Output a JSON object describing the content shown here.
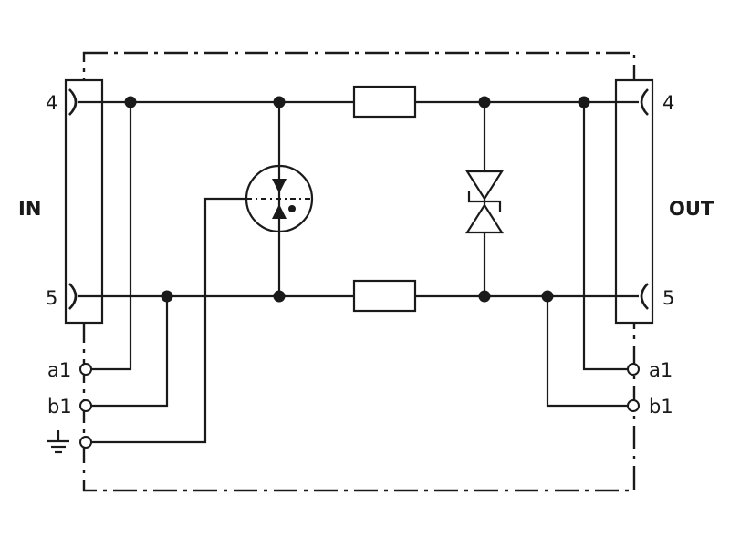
{
  "diagram": {
    "labels": {
      "in": "IN",
      "out": "OUT",
      "in_top_pin": "4",
      "in_bottom_pin": "5",
      "out_top_pin": "4",
      "out_bottom_pin": "5",
      "in_a1": "a1",
      "in_b1": "b1",
      "out_a1": "a1",
      "out_b1": "b1"
    },
    "icons": {
      "ground": "ground-icon",
      "gas_discharge_tube": "gas-discharge-tube-icon",
      "tvs_diode": "bidirectional-tvs-diode-icon",
      "resistor": "resistor-icon"
    },
    "colors": {
      "line": "#1a1a1a",
      "background": "#ffffff"
    }
  }
}
